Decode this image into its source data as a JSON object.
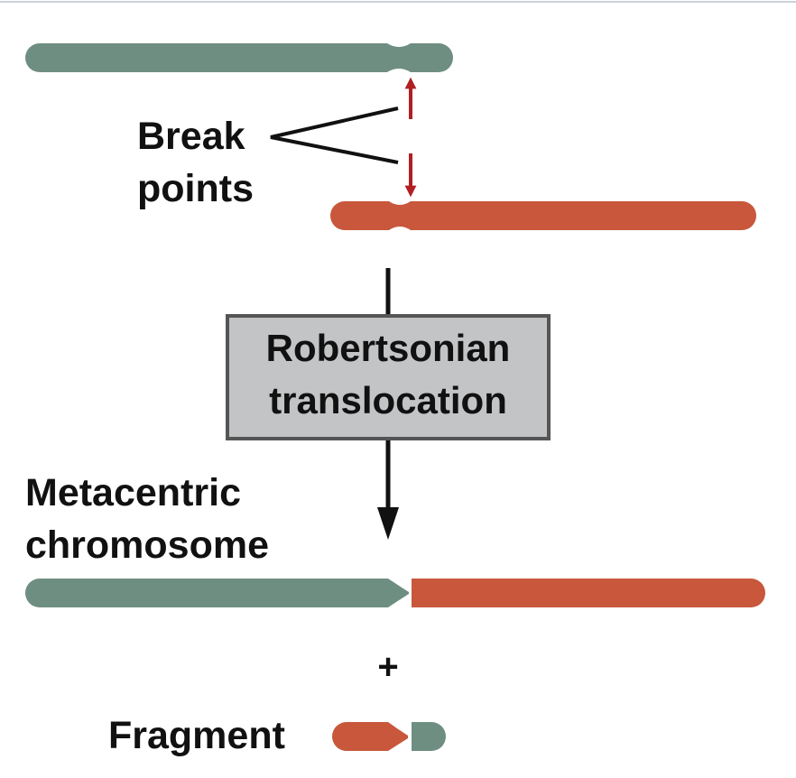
{
  "colors": {
    "green_chromosome": "#6e8e81",
    "orange_chromosome": "#c8573c",
    "arrow_red": "#b11f22",
    "box_fill": "#c3c4c6",
    "box_border": "#555555",
    "text": "#111111",
    "top_rule": "#c9d3dc"
  },
  "labels": {
    "break_line1": "Break",
    "break_line2": "points",
    "box_line1": "Robertsonian",
    "box_line2": "translocation",
    "metacentric_line1": "Metacentric",
    "metacentric_line2": "chromosome",
    "plus": "+",
    "fragment": "Fragment"
  }
}
